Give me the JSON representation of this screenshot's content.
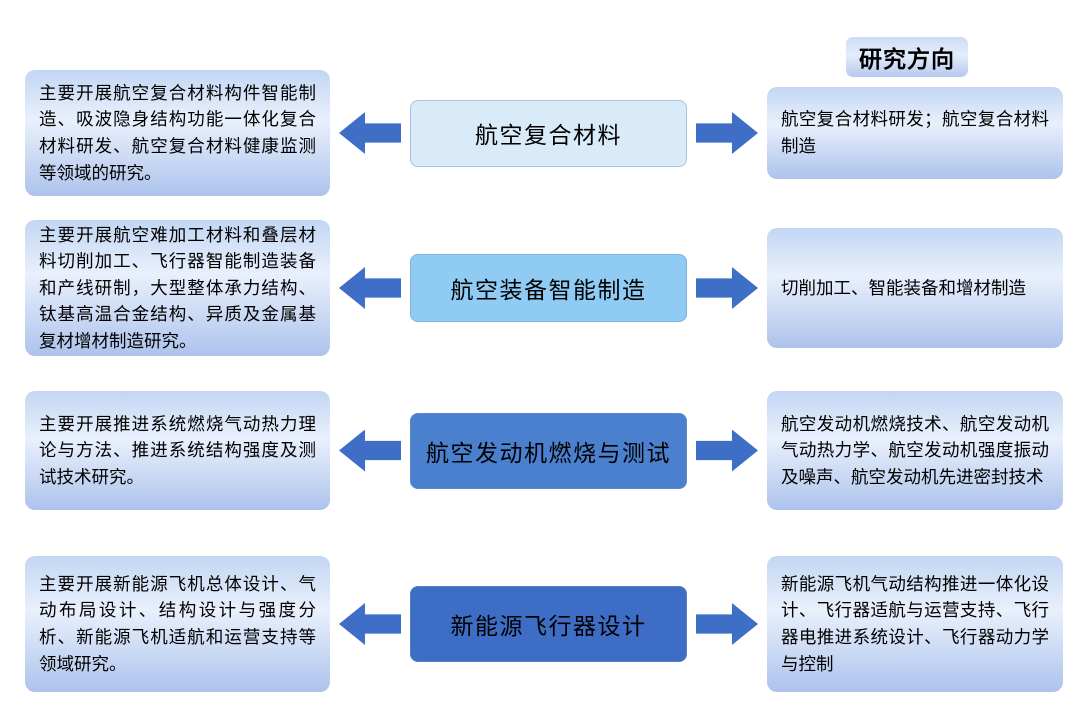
{
  "title": "研究方向",
  "colors": {
    "arrow": "#3f6ec7",
    "title_bg": "#cddcf6",
    "side_box": "#cfe0f6"
  },
  "rows": [
    {
      "left": "主要开展航空复合材料构件智能制造、吸波隐身结构功能一体化复合材料研发、航空复合材料健康监测等领域的研究。",
      "center": "航空复合材料",
      "center_bg": "#d9ebf8",
      "right": "航空复合材料研发；航空复合材料制造"
    },
    {
      "left": "主要开展航空难加工材料和叠层材料切削加工、飞行器智能制造装备和产线研制，大型整体承力结构、钛基高温合金结构、异质及金属基复材增材制造研究。",
      "center": "航空装备智能制造",
      "center_bg": "#8fcbf3",
      "right": "切削加工、智能装备和增材制造"
    },
    {
      "left": "主要开展推进系统燃烧气动热力理论与方法、推进系统结构强度及测试技术研究。",
      "center": "航空发动机燃烧与测试",
      "center_bg": "#4a80ce",
      "right": "航空发动机燃烧技术、航空发动机气动热力学、航空发动机强度振动及噪声、航空发动机先进密封技术"
    },
    {
      "left": "主要开展新能源飞机总体设计、气动布局设计、结构设计与强度分析、新能源飞机适航和运营支持等领域研究。",
      "center": "新能源飞行器设计",
      "center_bg": "#3e6dc5",
      "right": "新能源飞机气动结构推进一体化设计、飞行器适航与运营支持、飞行器电推进系统设计、飞行器动力学与控制"
    }
  ]
}
